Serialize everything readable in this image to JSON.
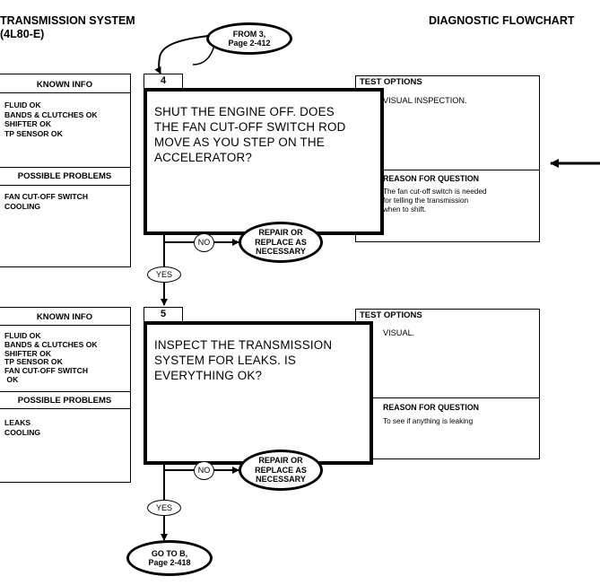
{
  "header": {
    "title_line1": "TRANSMISSION SYSTEM",
    "title_line2": "(4L80-E)",
    "right_title": "DIAGNOSTIC FLOWCHART"
  },
  "start_connector": "FROM 3,\nPage 2-412",
  "end_connector": "GO TO B,\nPage 2-418",
  "steps": [
    {
      "number": "4",
      "question": [
        "SHUT THE ENGINE OFF. DOES",
        "THE FAN CUT-OFF SWITCH ROD",
        "MOVE AS YOU STEP ON THE",
        "ACCELERATOR?"
      ],
      "test_options_label": "TEST OPTIONS",
      "test_options": "VISUAL INSPECTION.",
      "reason_label": "REASON FOR QUESTION",
      "reason": [
        "The fan cut-off switch is needed",
        "for telling the transmission",
        "when to shift."
      ],
      "known_info_label": "KNOWN INFO",
      "known_info": [
        "FLUID OK",
        "BANDS & CLUTCHES OK",
        "SHIFTER OK",
        "TP SENSOR OK"
      ],
      "problems_label": "POSSIBLE PROBLEMS",
      "problems": [
        "FAN CUT-OFF SWITCH",
        "COOLING"
      ],
      "no_label": "NO",
      "no_action": "REPAIR OR\nREPLACE AS\nNECESSARY",
      "yes_label": "YES"
    },
    {
      "number": "5",
      "question": [
        "INSPECT THE TRANSMISSION",
        "SYSTEM FOR LEAKS.  IS",
        "EVERYTHING OK?"
      ],
      "test_options_label": "TEST OPTIONS",
      "test_options": "VISUAL.",
      "reason_label": "REASON FOR QUESTION",
      "reason": [
        "To see if anything is leaking"
      ],
      "known_info_label": "KNOWN INFO",
      "known_info": [
        "FLUID OK",
        "BANDS & CLUTCHES OK",
        "SHIFTER OK",
        "TP SENSOR OK",
        "FAN CUT-OFF SWITCH",
        " OK"
      ],
      "problems_label": "POSSIBLE PROBLEMS",
      "problems": [
        "LEAKS",
        "COOLING"
      ],
      "no_label": "NO",
      "no_action": "REPAIR OR\nREPLACE AS\nNECESSARY",
      "yes_label": "YES"
    }
  ]
}
